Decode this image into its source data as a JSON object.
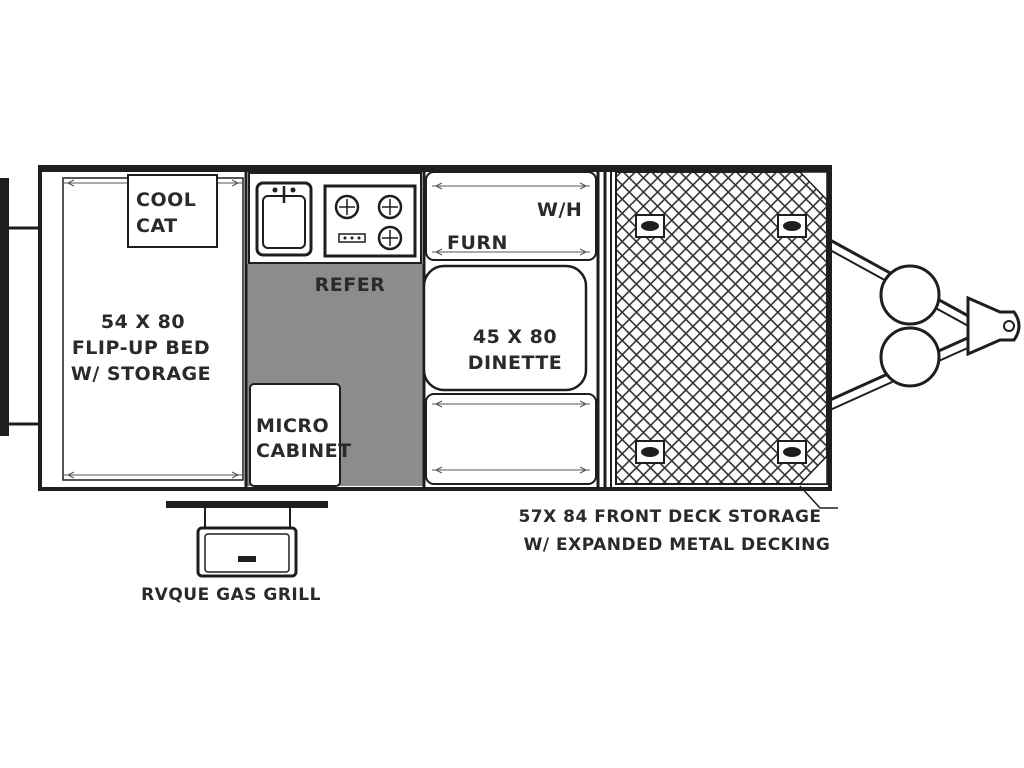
{
  "labels": {
    "cool_cat_1": "COOL",
    "cool_cat_2": "CAT",
    "bed_1": "54 X 80",
    "bed_2": "FLIP-UP BED",
    "bed_3": "W/ STORAGE",
    "refer": "REFER",
    "wh": "W/H",
    "furn": "FURN",
    "dinette_1": "45 X 80",
    "dinette_2": "DINETTE",
    "micro_1": "MICRO",
    "micro_2": "CABINET",
    "grill": "RVQUE GAS GRILL",
    "deck_1": "57X 84 FRONT DECK STORAGE",
    "deck_2": "W/ EXPANDED METAL DECKING"
  },
  "colors": {
    "wall": "#1e1e1e",
    "floor_gray": "#8c8c8c",
    "deck_mesh": "#3a3a3a"
  }
}
